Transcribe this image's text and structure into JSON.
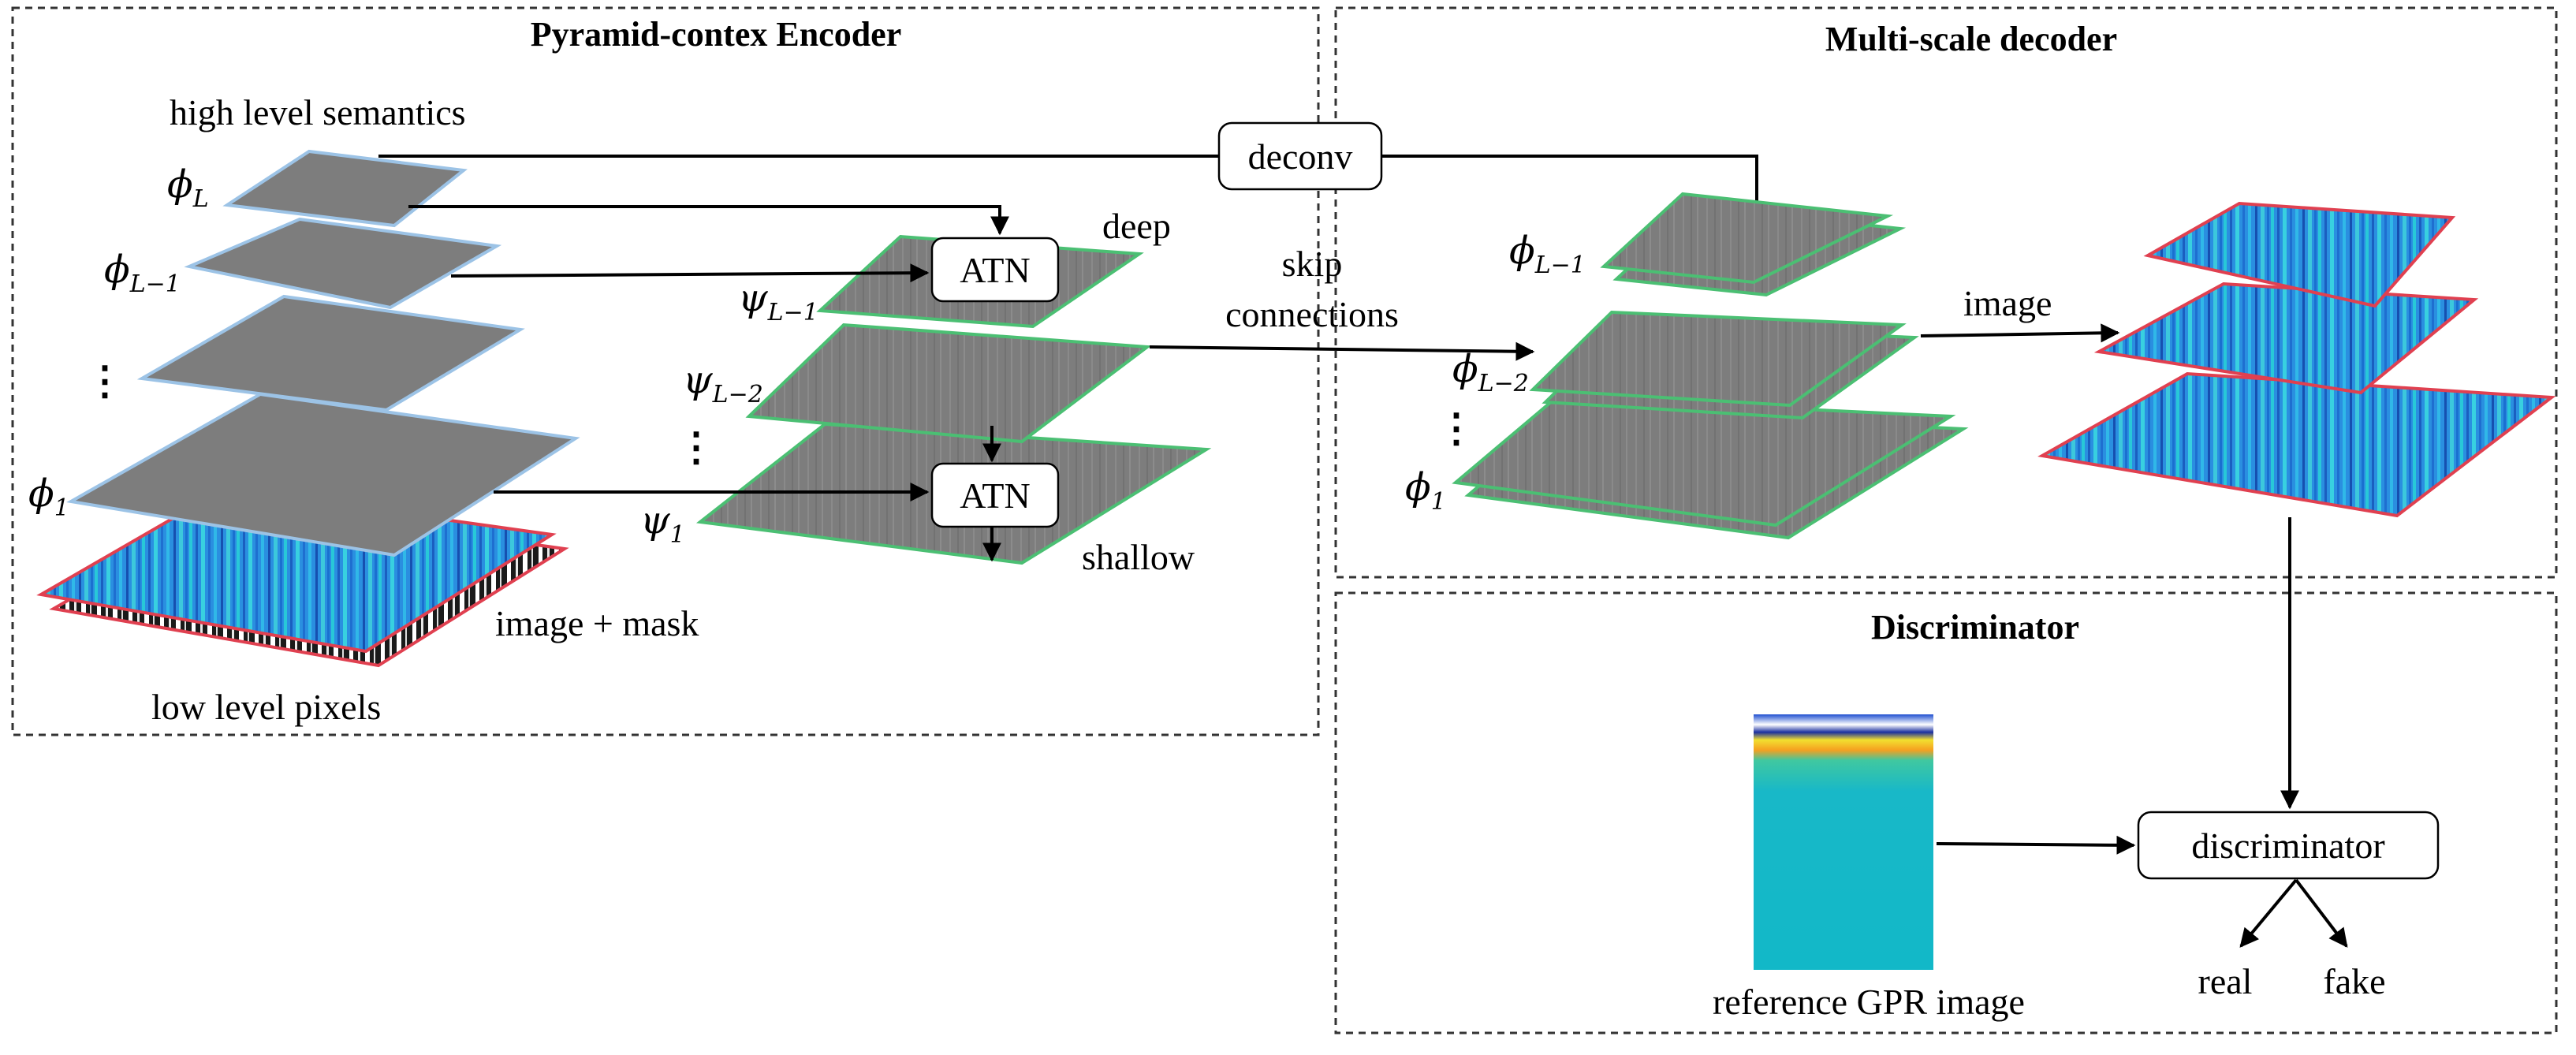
{
  "regions": {
    "encoder_title": "Pyramid-contex Encoder",
    "decoder_title": "Multi-scale decoder",
    "discriminator_title": "Discriminator"
  },
  "encoder": {
    "high_level_label": "high level semantics",
    "low_level_label": "low level pixels",
    "input_label": "image + mask",
    "deep_label": "deep",
    "shallow_label": "shallow",
    "phi_L": {
      "sym": "ϕ",
      "sub": "L"
    },
    "phi_L1": {
      "sym": "ϕ",
      "sub": "L−1"
    },
    "phi_1": {
      "sym": "ϕ",
      "sub": "1"
    },
    "psi_L1": {
      "sym": "ψ",
      "sub": "L−1"
    },
    "psi_L2": {
      "sym": "ψ",
      "sub": "L−2"
    },
    "psi_1": {
      "sym": "ψ",
      "sub": "1"
    },
    "dots": "⋮",
    "atn_top": "ATN",
    "atn_bottom": "ATN"
  },
  "connections": {
    "deconv": "deconv",
    "skip_line1": "skip",
    "skip_line2": "connections"
  },
  "decoder": {
    "phi_L1": {
      "sym": "ϕ",
      "sub": "L−1"
    },
    "phi_L2": {
      "sym": "ϕ",
      "sub": "L−2"
    },
    "phi_1": {
      "sym": "ϕ",
      "sub": "1"
    },
    "dots": "⋮",
    "image_label": "image"
  },
  "discriminator": {
    "box_label": "discriminator",
    "reference_label": "reference GPR image",
    "real_label": "real",
    "fake_label": "fake"
  },
  "colors": {
    "feature_gray": "#7d7d7d",
    "encoder_edge": "#9cc3e6",
    "decoder_edge": "#4bbf73",
    "image_edge": "#e04050",
    "gpr_blue": "#1e90e0"
  }
}
